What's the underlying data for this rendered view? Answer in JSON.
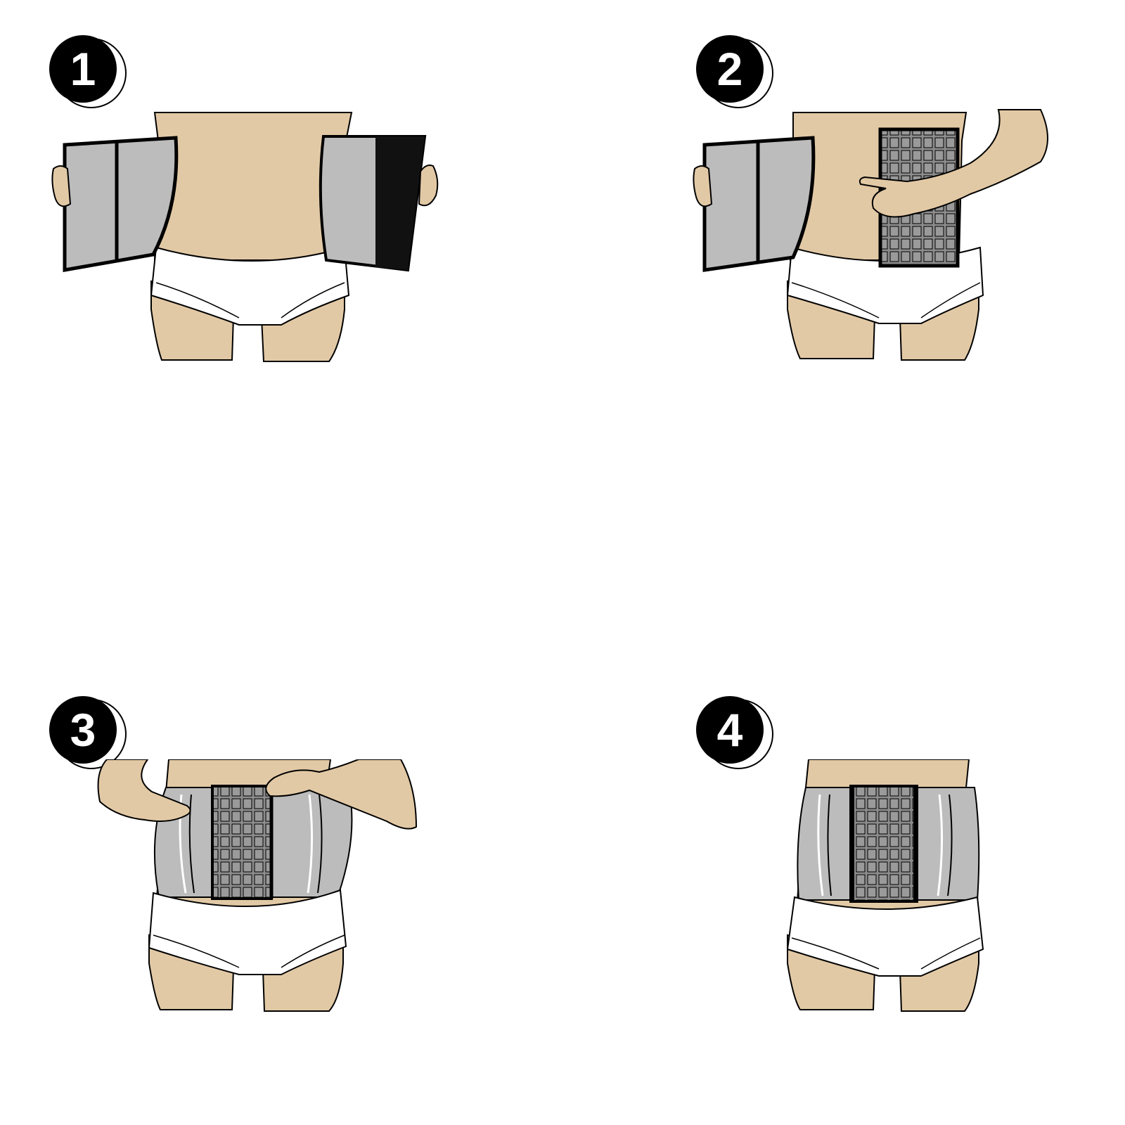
{
  "steps": [
    {
      "number": "1"
    },
    {
      "number": "2"
    },
    {
      "number": "3"
    },
    {
      "number": "4"
    }
  ],
  "colors": {
    "skin": "#e2c9a5",
    "corset_gray": "#bcbcbc",
    "corset_dark": "#111111",
    "hook_panel": "#8c8c8c",
    "brief": "#ffffff",
    "outline": "#000000"
  }
}
